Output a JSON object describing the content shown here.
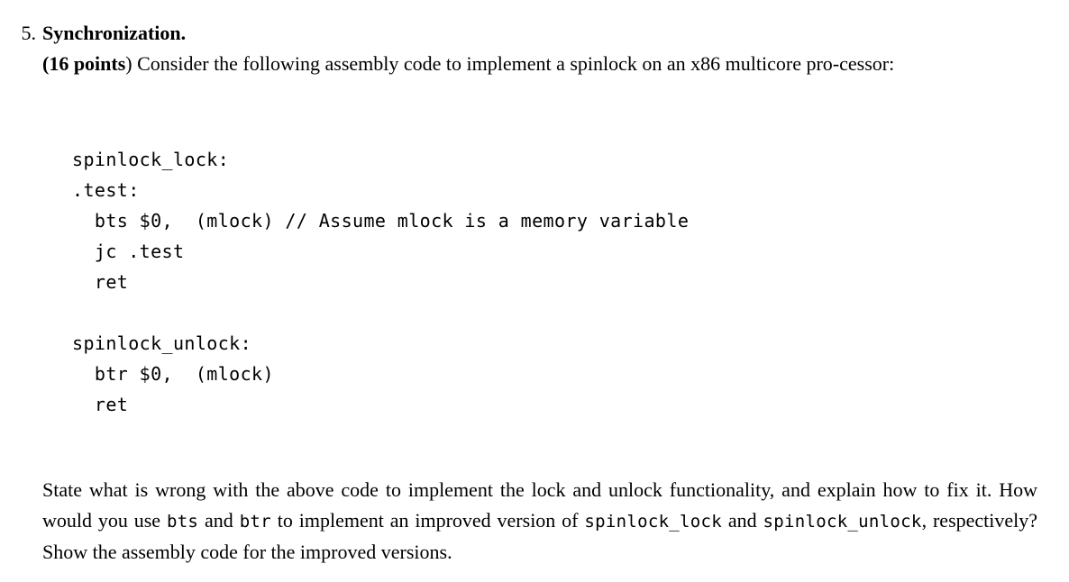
{
  "problem": {
    "marker": "5.",
    "title": "Synchronization.",
    "points_label": "(16 points",
    "points_close": ")",
    "intro": " Consider the following assembly code to implement a spinlock on an x86 multicore pro-cessor:"
  },
  "code": {
    "lines": [
      "spinlock_lock:",
      ".test:",
      "  bts $0,  (mlock) // Assume mlock is a memory variable",
      "  jc .test",
      "  ret",
      "",
      "spinlock_unlock:",
      "  btr $0,  (mlock)",
      "  ret"
    ]
  },
  "tail": {
    "part1": "State what is wrong with the above code to implement the lock and unlock functionality, and explain how to fix it. How would you use ",
    "code1": "bts",
    "part2": " and ",
    "code2": "btr",
    "part3": " to implement an improved version of ",
    "code3": "spinlock_lock",
    "part4": " and ",
    "code4": "spinlock_unlock",
    "part5": ", respectively? Show the assembly code for the improved versions."
  },
  "colors": {
    "background": "#ffffff",
    "text": "#000000"
  }
}
